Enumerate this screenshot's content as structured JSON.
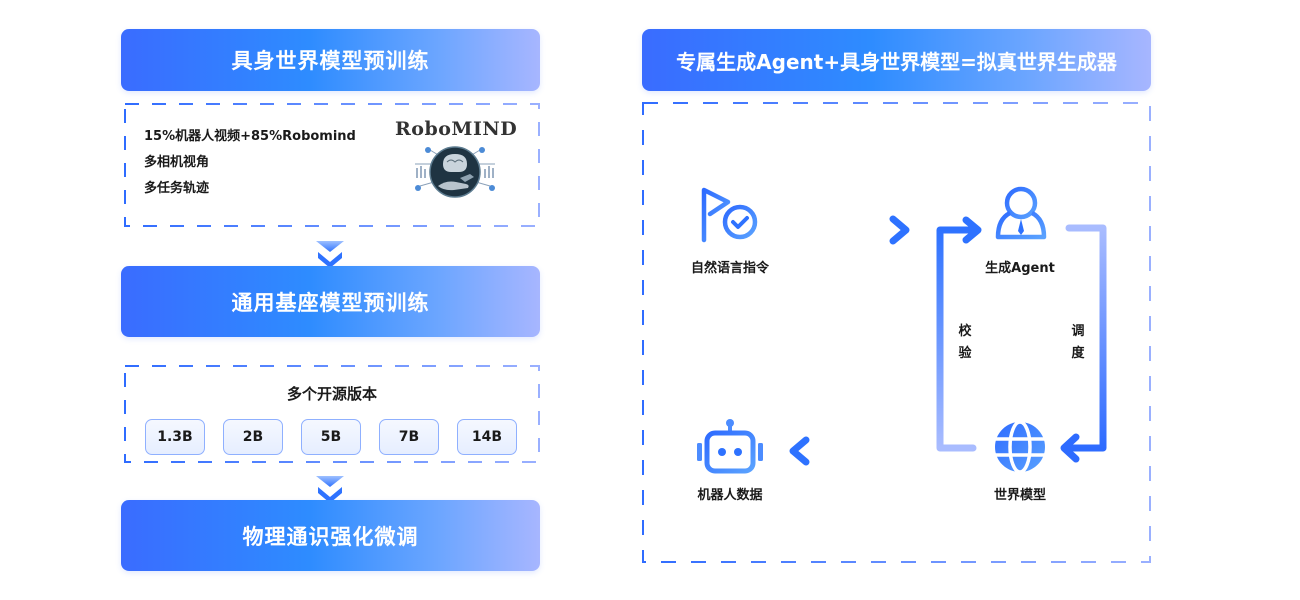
{
  "left": {
    "stage1": {
      "title": "具身世界模型预训练",
      "data_lines": [
        "15%机器人视频+85%Robomind",
        "多相机视角",
        "多任务轨迹"
      ],
      "logo_text": "RoboMIND",
      "logo_icon": "brain-robot-hand-icon"
    },
    "stage2": {
      "title": "通用基座模型预训练",
      "versions_title": "多个开源版本",
      "versions": [
        "1.3B",
        "2B",
        "5B",
        "7B",
        "14B"
      ]
    },
    "stage3": {
      "title": "物理通识强化微调"
    },
    "connector_icon": "double-chevron-down-icon"
  },
  "right": {
    "title": "专属生成Agent+具身世界模型=拟真世界生成器",
    "nodes": {
      "instruction": {
        "label": "自然语言指令",
        "icon": "flag-check-icon"
      },
      "agent": {
        "label": "生成Agent",
        "icon": "user-tie-icon"
      },
      "world_model": {
        "label": "世界模型",
        "icon": "globe-icon"
      },
      "robot_data": {
        "label": "机器人数据",
        "icon": "robot-icon"
      }
    },
    "loop_labels": {
      "verify": [
        "校",
        "验"
      ],
      "schedule": [
        "调",
        "度"
      ]
    }
  },
  "colors": {
    "accent": "#2e7bff",
    "accent_light": "#a7b6ff",
    "banner_start": "#3a6cff",
    "banner_end": "#a7b6ff",
    "chip_border": "#8fb0ff"
  }
}
